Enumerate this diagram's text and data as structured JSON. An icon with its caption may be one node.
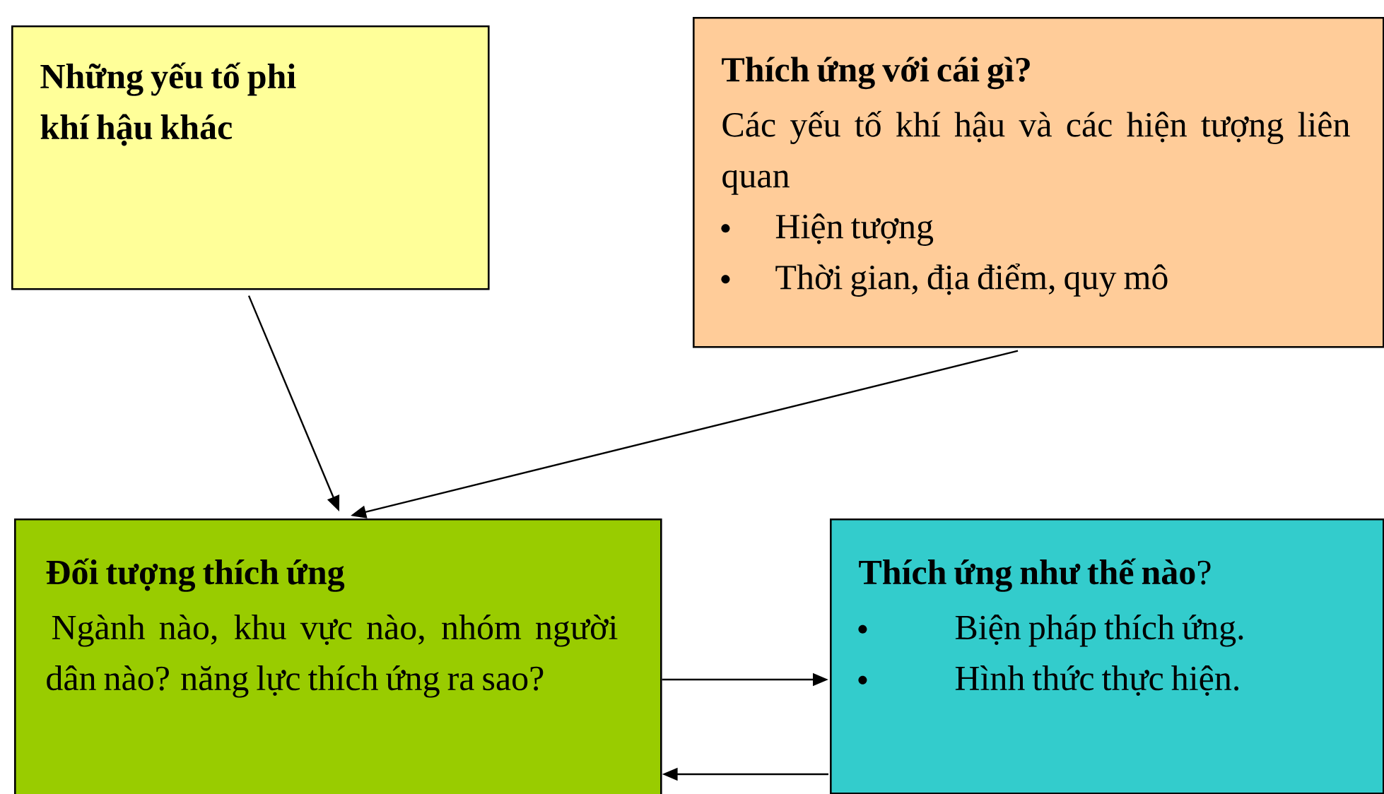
{
  "diagram": {
    "nodes": [
      {
        "text": [
          "Những yếu tố phi khí hậu khác"
        ]
      },
      {
        "text": [
          "Thích ứng với cái gì?",
          "Các yếu tố khí hậu và các hiện tượng liên quan",
          "Hiện tượng",
          "Thời gian, địa điểm, quy mô"
        ]
      },
      {
        "text": [
          "Đối tượng thích ứng",
          "Ngành nào, khu vực nào, nhóm người dân nào? năng lực thích ứng ra sao?"
        ]
      },
      {
        "text": [
          "**Thích ứng như thế nào**?",
          "Biện pháp thích ứng.",
          "Hình thức thực hiện."
        ]
      }
    ],
    "edges": [
      {
        "from": 0,
        "to": 2,
        "arrow": "to"
      },
      {
        "from": 1,
        "to": 2,
        "arrow": "to"
      },
      {
        "from": 2,
        "to": 3,
        "arrow": "to"
      },
      {
        "from": 3,
        "to": 2,
        "arrow": "to"
      }
    ]
  }
}
